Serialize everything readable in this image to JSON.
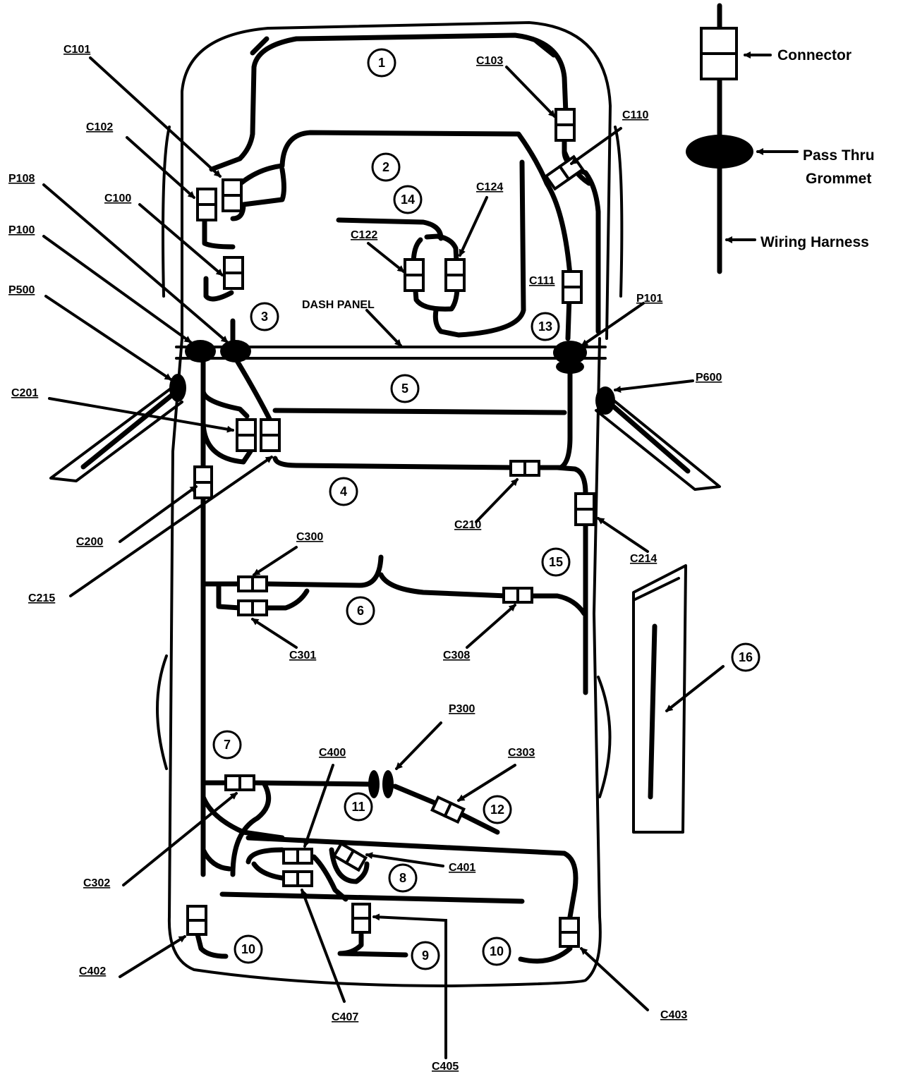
{
  "legend": {
    "connector": "Connector",
    "grommet_line1": "Pass Thru",
    "grommet_line2": "Grommet",
    "harness": "Wiring Harness"
  },
  "dash_panel_label": "DASH PANEL",
  "callouts": [
    "1",
    "2",
    "3",
    "4",
    "5",
    "6",
    "7",
    "8",
    "9",
    "10",
    "10",
    "11",
    "12",
    "13",
    "14",
    "15",
    "16"
  ],
  "connectors": {
    "C100": "C100",
    "C101": "C101",
    "C102": "C102",
    "C103": "C103",
    "C110": "C110",
    "C111": "C111",
    "C122": "C122",
    "C124": "C124",
    "C200": "C200",
    "C201": "C201",
    "C210": "C210",
    "C214": "C214",
    "C215": "C215",
    "C300": "C300",
    "C301": "C301",
    "C302": "C302",
    "C303": "C303",
    "C308": "C308",
    "C400": "C400",
    "C401": "C401",
    "C402": "C402",
    "C403": "C403",
    "C405": "C405",
    "C407": "C407"
  },
  "grommets": {
    "P100": "P100",
    "P101": "P101",
    "P108": "P108",
    "P300": "P300",
    "P500": "P500",
    "P600": "P600"
  }
}
